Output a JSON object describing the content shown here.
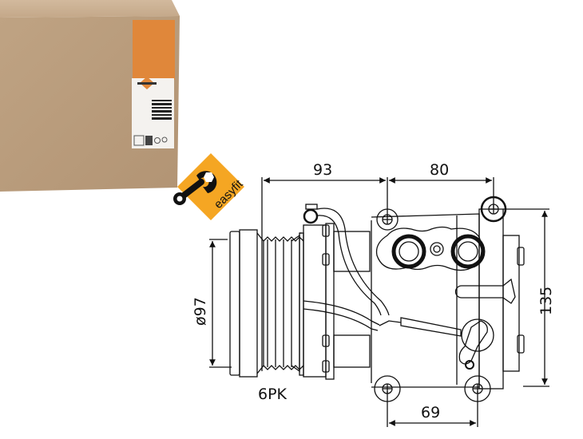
{
  "product": {
    "type": "A/C compressor technical drawing",
    "badge_text": "easyfit",
    "brand_label_colors": {
      "label_orange": "#e0873a",
      "box_kraft": "#b99a78",
      "badge_orange": "#f5a623"
    }
  },
  "dimensions": {
    "top_left_width": "93",
    "top_right_width": "80",
    "height": "135",
    "pulley_diameter": "ø97",
    "belt_profile": "6PK",
    "bottom_mount_spacing": "69"
  },
  "colors": {
    "line": "#111111",
    "background": "#ffffff"
  }
}
